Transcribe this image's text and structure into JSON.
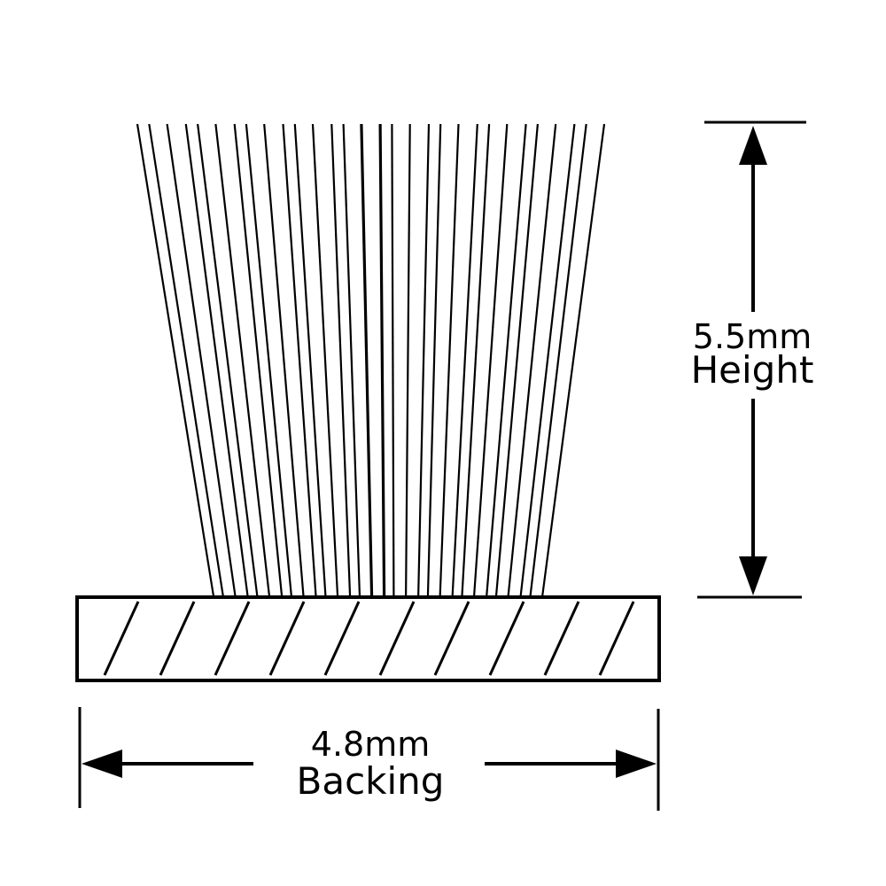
{
  "height_dimension": {
    "value": "5.5mm",
    "label": "Height"
  },
  "backing_dimension": {
    "value": "4.8mm",
    "label": "Backing"
  },
  "colors": {
    "line": "#000000",
    "background": "#ffffff"
  }
}
